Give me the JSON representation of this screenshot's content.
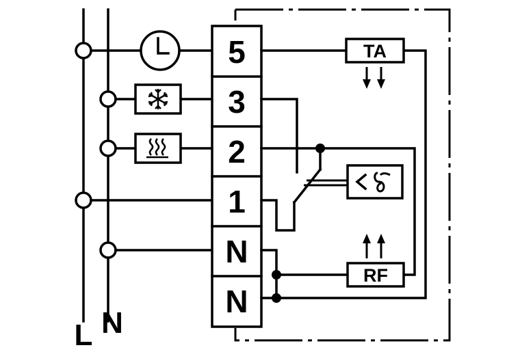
{
  "rails": {
    "line_label": "L",
    "neutral_label": "N"
  },
  "terminal_block": {
    "terminals": [
      "5",
      "3",
      "2",
      "1",
      "N",
      "N"
    ]
  },
  "components": {
    "ta_label": "TA",
    "rf_label": "RF"
  },
  "icons": {
    "clock": "clock-icon",
    "cooling": "snowflake-icon",
    "heating": "heat-waves-icon",
    "sensor": "thermometer-sensor-icon",
    "ta_arrows": "down-arrows-icon",
    "rf_arrows": "up-arrows-icon"
  },
  "colors": {
    "ink": "#000000",
    "background": "#ffffff"
  }
}
